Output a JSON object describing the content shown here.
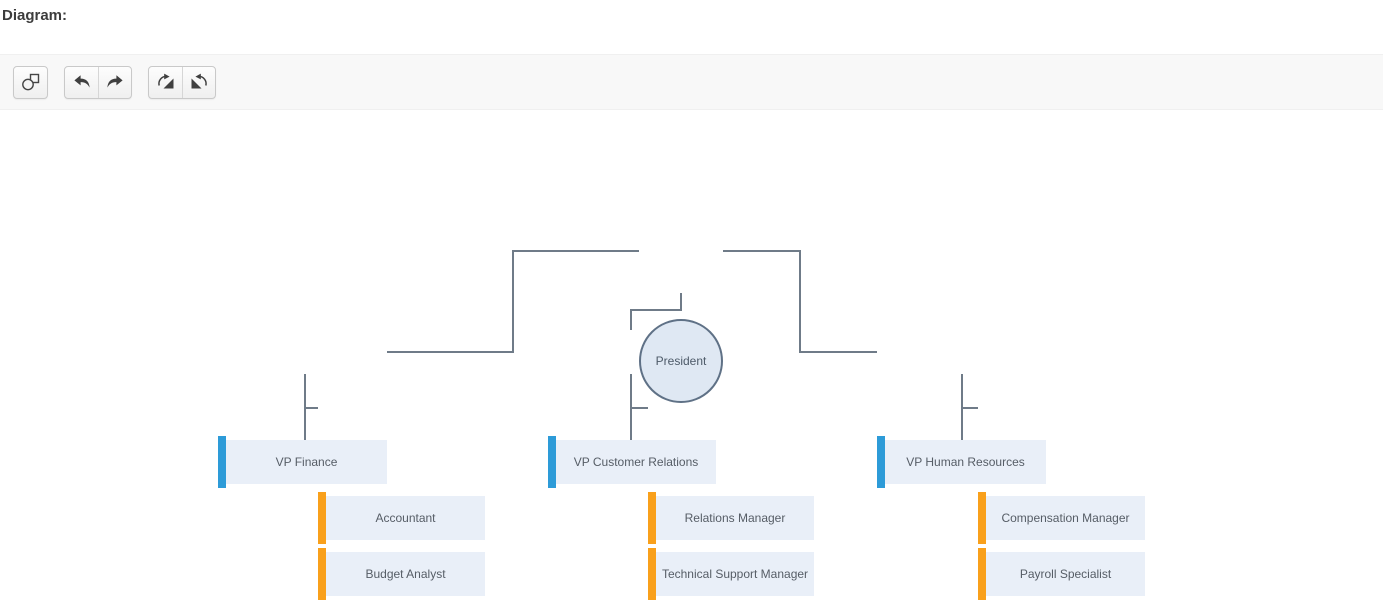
{
  "page": {
    "heading": "Diagram:"
  },
  "toolbar": {
    "buttons": [
      {
        "id": "shapes",
        "icon": "shapes-icon"
      },
      {
        "id": "undo",
        "icon": "undo-icon"
      },
      {
        "id": "redo",
        "icon": "redo-icon"
      },
      {
        "id": "rotate-clockwise",
        "icon": "rotate-clockwise-icon"
      },
      {
        "id": "rotate-counterclockwise",
        "icon": "rotate-counterclockwise-icon"
      }
    ]
  },
  "org_chart": {
    "type": "org-tree",
    "root": {
      "label": "President",
      "shape": "circle"
    },
    "branches": [
      {
        "manager": "VP Finance",
        "reports": [
          "Accountant",
          "Budget Analyst"
        ]
      },
      {
        "manager": "VP Customer Relations",
        "reports": [
          "Relations Manager",
          "Technical Support Manager"
        ]
      },
      {
        "manager": "VP Human Resources",
        "reports": [
          "Compensation Manager",
          "Payroll Specialist"
        ]
      }
    ]
  },
  "colors": {
    "manager_accent": "#2d9bd8",
    "report_accent": "#f9a01b",
    "node_fill": "#e9eff8",
    "node_text": "#565d66",
    "connector": "#6f7b88",
    "root_fill": "#dfe8f3",
    "root_stroke": "#5f7186",
    "toolbar_bg": "#f8f8f8"
  }
}
